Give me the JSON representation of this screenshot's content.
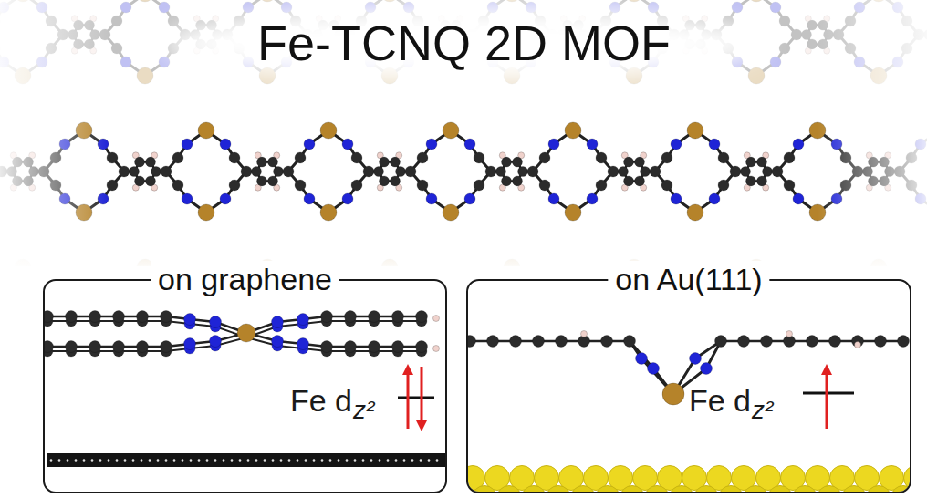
{
  "diagram": {
    "title": "Fe-TCNQ 2D MOF",
    "nodes": [
      {
        "text": [
          "on graphene"
        ]
      },
      {
        "text": [
          "on Au(111)"
        ]
      }
    ],
    "labels": [
      "Fe d",
      "z²",
      "Fe d",
      "z²"
    ]
  }
}
